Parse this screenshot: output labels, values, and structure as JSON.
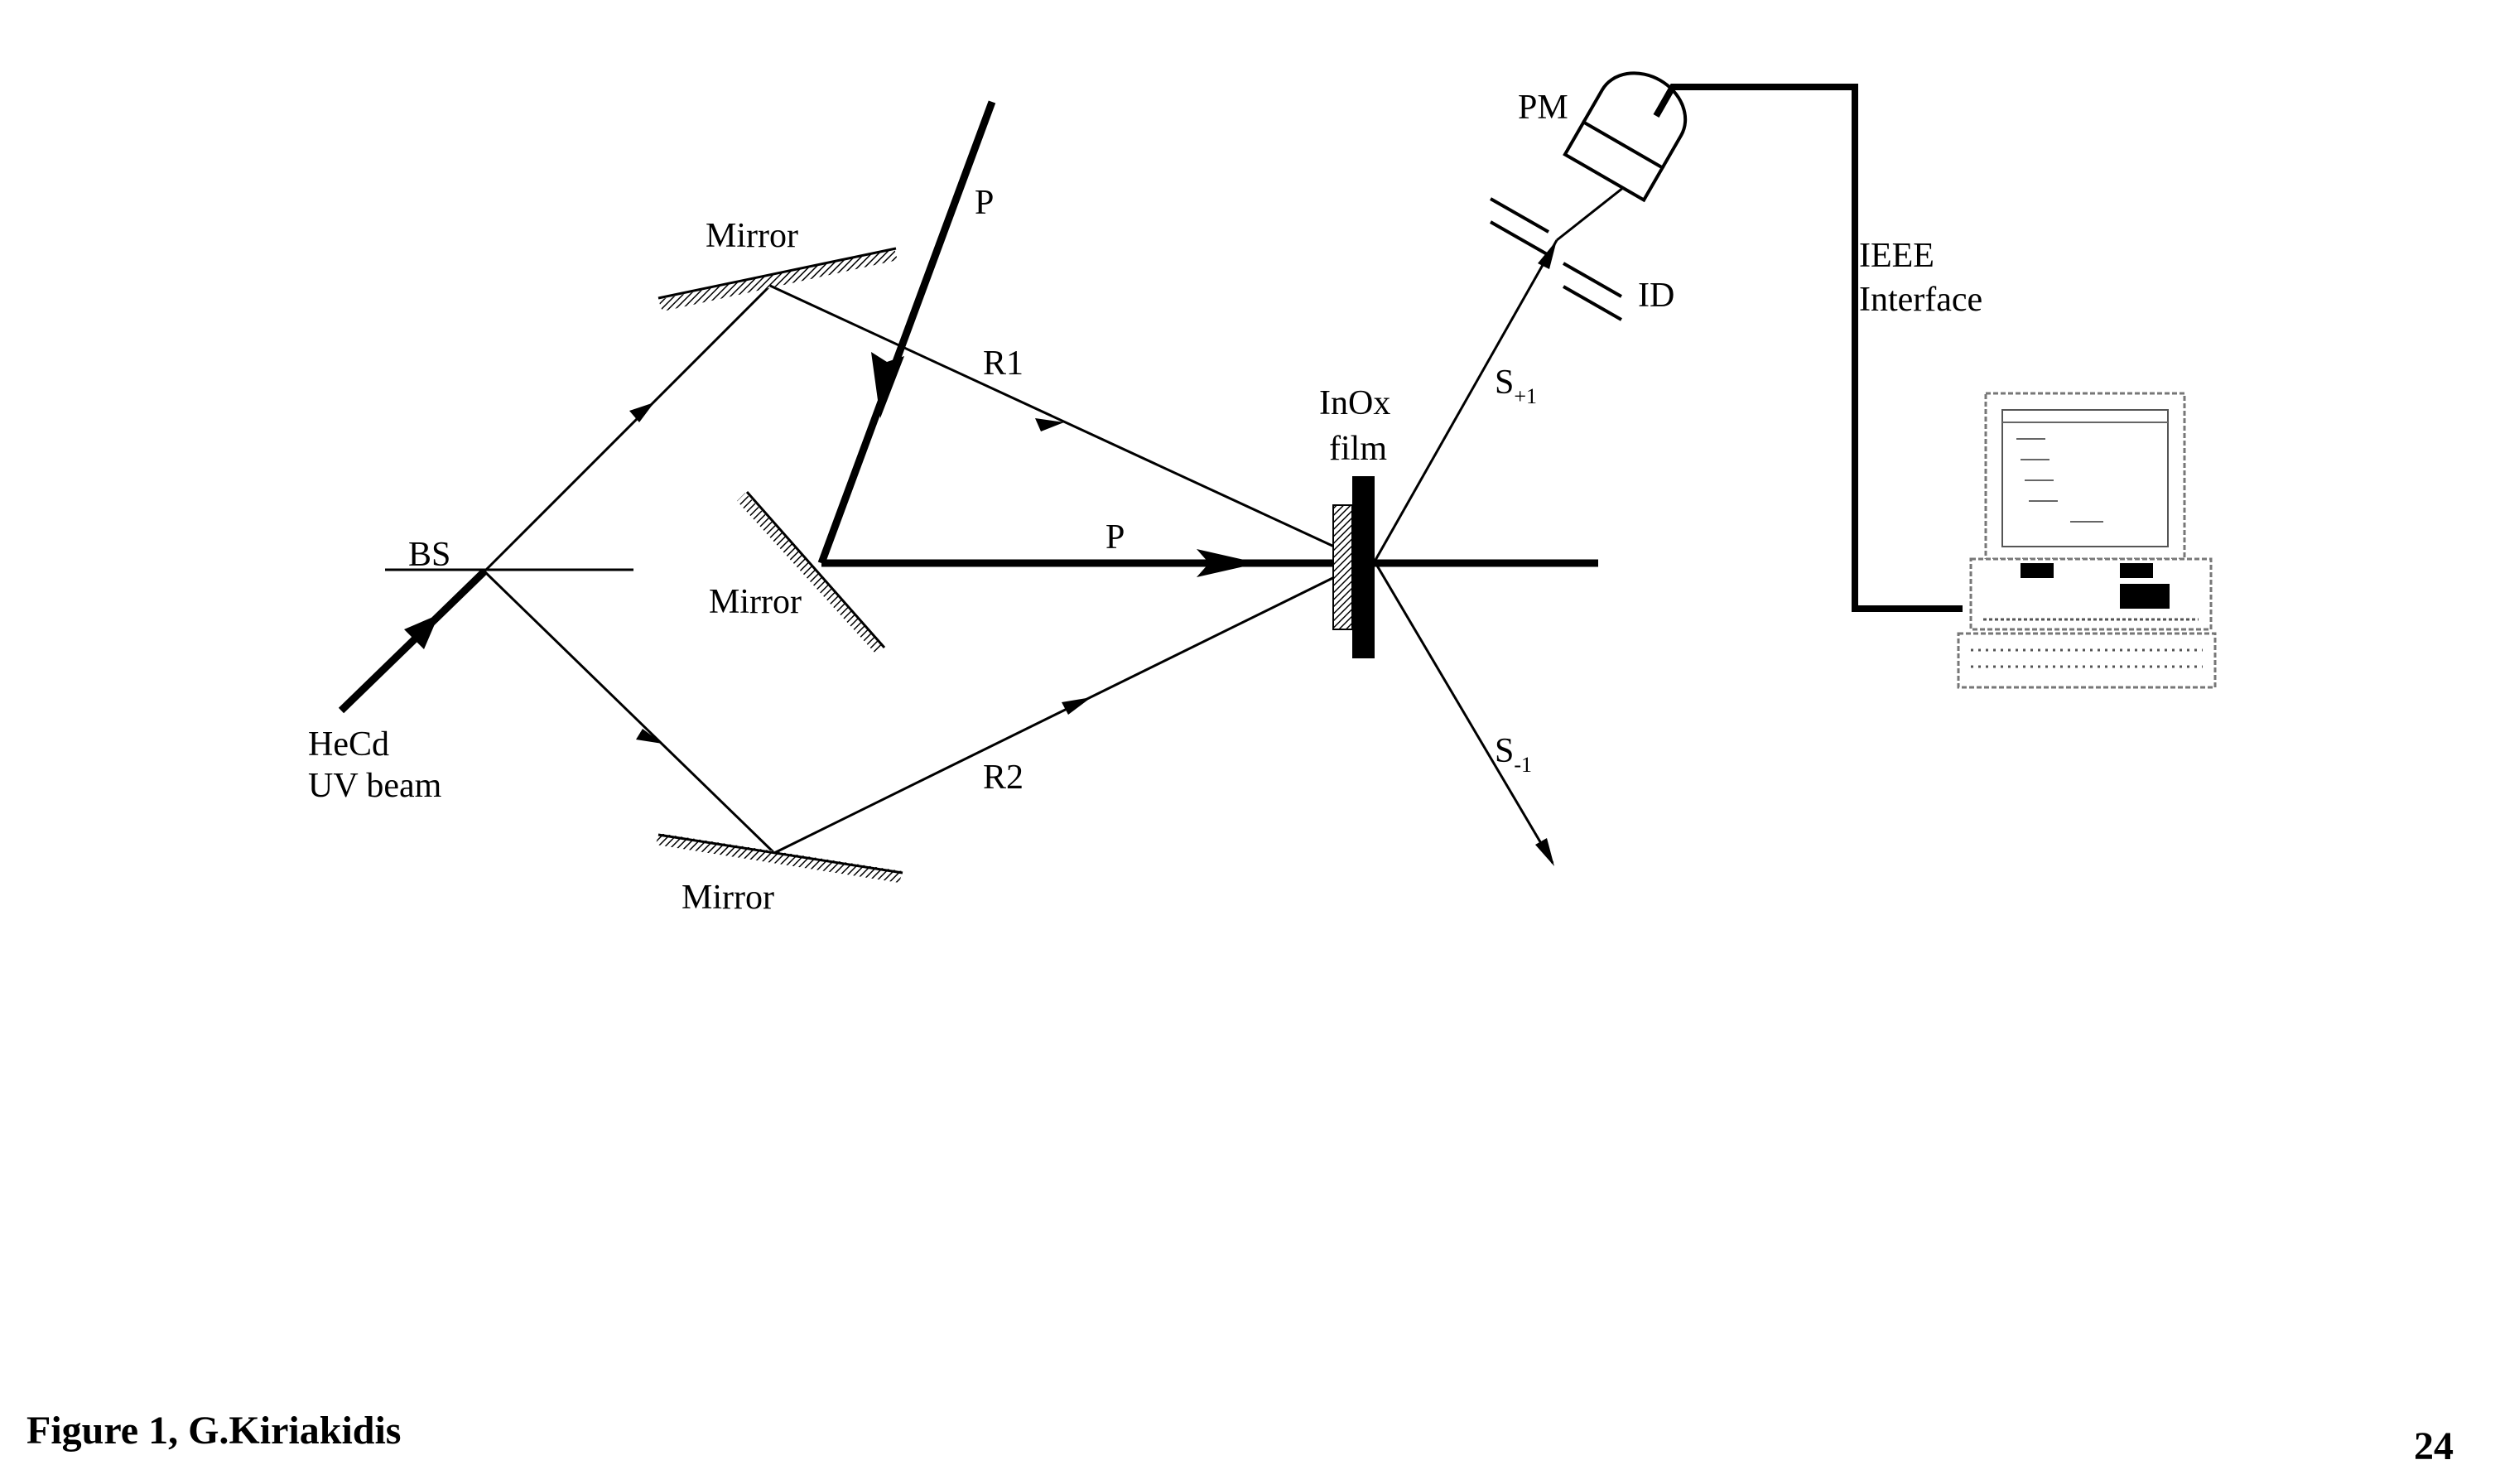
{
  "diagram": {
    "labels": {
      "bs": "BS",
      "hecd_line1": "HeCd",
      "hecd_line2": "UV beam",
      "mirror_top": "Mirror",
      "mirror_middle": "Mirror",
      "mirror_bottom": "Mirror",
      "p_incoming": "P",
      "p_horizontal": "P",
      "r1": "R1",
      "r2": "R2",
      "film_line1": "InOx",
      "film_line2": "film",
      "s_plus_main": "S",
      "s_plus_sub": "+1",
      "s_minus_main": "S",
      "s_minus_sub": "-1",
      "pm": "PM",
      "id": "ID",
      "ieee_line1": "IEEE",
      "ieee_line2": "Interface"
    },
    "icons": {
      "computer": "desktop-computer-icon",
      "photomultiplier": "photomultiplier-icon"
    }
  },
  "footer": {
    "caption": "Figure 1, G.Kiriakidis",
    "page_number": "24"
  }
}
